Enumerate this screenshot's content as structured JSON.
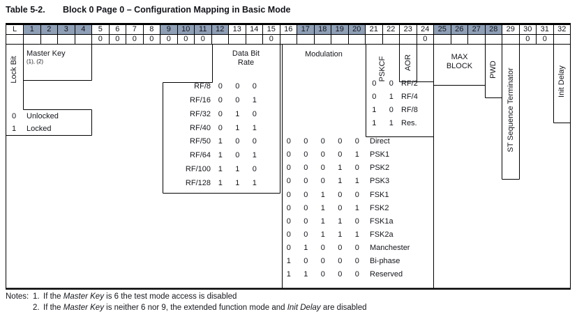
{
  "title": {
    "label": "Table 5-2.",
    "text": "Block 0 Page 0 – Configuration Mapping in Basic Mode"
  },
  "grid": {
    "corner": "L",
    "bit_count": 32,
    "shaded_groups": [
      [
        1,
        4
      ],
      [
        9,
        12
      ],
      [
        17,
        20
      ],
      [
        25,
        28
      ]
    ],
    "shade_color": "#8e9fb6",
    "preset_row": {
      "5": "0",
      "6": "0",
      "7": "0",
      "8": "0",
      "9": "0",
      "10": "0",
      "11": "0",
      "15": "0",
      "24": "0",
      "30": "0",
      "31": "0"
    }
  },
  "fields": {
    "lock_bit": {
      "label": "Lock Bit",
      "legend": [
        {
          "bit": "0",
          "label": "Unlocked"
        },
        {
          "bit": "1",
          "label": "Locked"
        }
      ]
    },
    "master_key": {
      "label": "Master Key",
      "note_refs": "(1), (2)"
    },
    "data_bit_rate": {
      "label_lines": [
        "Data Bit",
        "Rate"
      ],
      "rows": [
        {
          "name": "RF/8",
          "bits": [
            "0",
            "0",
            "0"
          ]
        },
        {
          "name": "RF/16",
          "bits": [
            "0",
            "0",
            "1"
          ]
        },
        {
          "name": "RF/32",
          "bits": [
            "0",
            "1",
            "0"
          ]
        },
        {
          "name": "RF/40",
          "bits": [
            "0",
            "1",
            "1"
          ]
        },
        {
          "name": "RF/50",
          "bits": [
            "1",
            "0",
            "0"
          ]
        },
        {
          "name": "RF/64",
          "bits": [
            "1",
            "0",
            "1"
          ]
        },
        {
          "name": "RF/100",
          "bits": [
            "1",
            "1",
            "0"
          ]
        },
        {
          "name": "RF/128",
          "bits": [
            "1",
            "1",
            "1"
          ]
        }
      ]
    },
    "modulation": {
      "label": "Modulation",
      "rows": [
        {
          "bits": [
            "0",
            "0",
            "0",
            "0",
            "0"
          ],
          "name": "Direct"
        },
        {
          "bits": [
            "0",
            "0",
            "0",
            "0",
            "1"
          ],
          "name": "PSK1"
        },
        {
          "bits": [
            "0",
            "0",
            "0",
            "1",
            "0"
          ],
          "name": "PSK2"
        },
        {
          "bits": [
            "0",
            "0",
            "0",
            "1",
            "1"
          ],
          "name": "PSK3"
        },
        {
          "bits": [
            "0",
            "0",
            "1",
            "0",
            "0"
          ],
          "name": "FSK1"
        },
        {
          "bits": [
            "0",
            "0",
            "1",
            "0",
            "1"
          ],
          "name": "FSK2"
        },
        {
          "bits": [
            "0",
            "0",
            "1",
            "1",
            "0"
          ],
          "name": "FSK1a"
        },
        {
          "bits": [
            "0",
            "0",
            "1",
            "1",
            "1"
          ],
          "name": "FSK2a"
        },
        {
          "bits": [
            "0",
            "1",
            "0",
            "0",
            "0"
          ],
          "name": "Manchester"
        },
        {
          "bits": [
            "1",
            "0",
            "0",
            "0",
            "0"
          ],
          "name": "Bi-phase"
        },
        {
          "bits": [
            "1",
            "1",
            "0",
            "0",
            "0"
          ],
          "name": "Reserved"
        }
      ]
    },
    "pskcf": {
      "label": "PSKCF",
      "rows": [
        {
          "bits": [
            "0",
            "0"
          ],
          "name": "RF/2"
        },
        {
          "bits": [
            "0",
            "1"
          ],
          "name": "RF/4"
        },
        {
          "bits": [
            "1",
            "0"
          ],
          "name": "RF/8"
        },
        {
          "bits": [
            "1",
            "1"
          ],
          "name": "Res."
        }
      ]
    },
    "aor": {
      "label": "AOR"
    },
    "max_block": {
      "label_lines": [
        "MAX",
        "BLOCK"
      ]
    },
    "pwd": {
      "label": "PWD"
    },
    "st_sequence_terminator": {
      "label": "ST Sequence Terminator"
    },
    "init_delay": {
      "label": "Init Delay"
    }
  },
  "notes": {
    "label": "Notes:",
    "items": [
      {
        "num": "1.",
        "segments": [
          {
            "t": "If the "
          },
          {
            "t": "Master Key",
            "i": true
          },
          {
            "t": " is 6 the test mode access is disabled"
          }
        ]
      },
      {
        "num": "2.",
        "segments": [
          {
            "t": "If the "
          },
          {
            "t": "Master Key",
            "i": true
          },
          {
            "t": " is neither 6 nor 9, the extended function mode and "
          },
          {
            "t": "Init Delay",
            "i": true
          },
          {
            "t": " are disabled"
          }
        ]
      }
    ]
  }
}
